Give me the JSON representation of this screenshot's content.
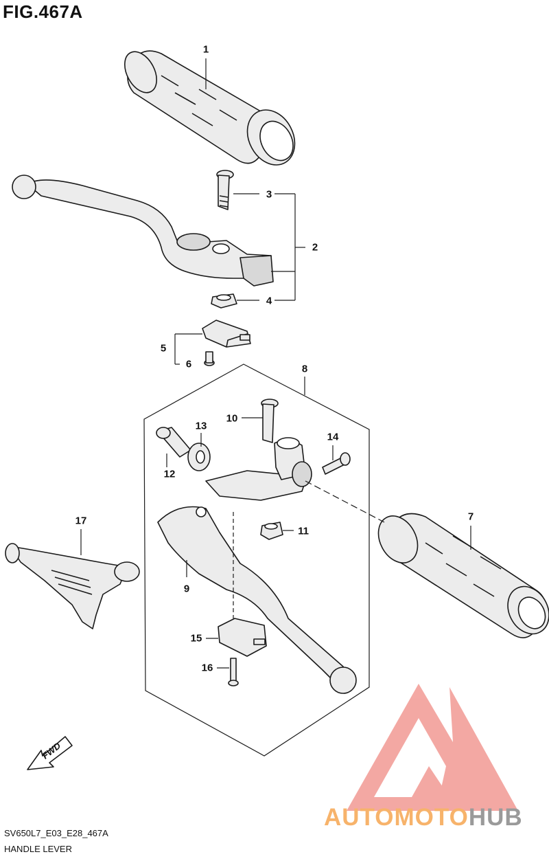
{
  "figure": {
    "title": "FIG.467A"
  },
  "callouts": [
    "1",
    "2",
    "3",
    "4",
    "5",
    "6",
    "7",
    "8",
    "9",
    "10",
    "11",
    "12",
    "13",
    "14",
    "15",
    "16",
    "17"
  ],
  "footer": {
    "code": "SV650L7_E03_E28_467A",
    "caption": "HANDLE LEVER"
  },
  "fwd_label": "FWD",
  "watermark": {
    "part1": "AUTOMOTO",
    "part2": "HUB",
    "color_primary": "#f29a94",
    "color_secondary": "#f7c27a",
    "color_hub": "#9a9a9a"
  },
  "colors": {
    "line": "#1a1a1a",
    "fill_light": "#ececec",
    "fill_mid": "#d8d8d8"
  }
}
